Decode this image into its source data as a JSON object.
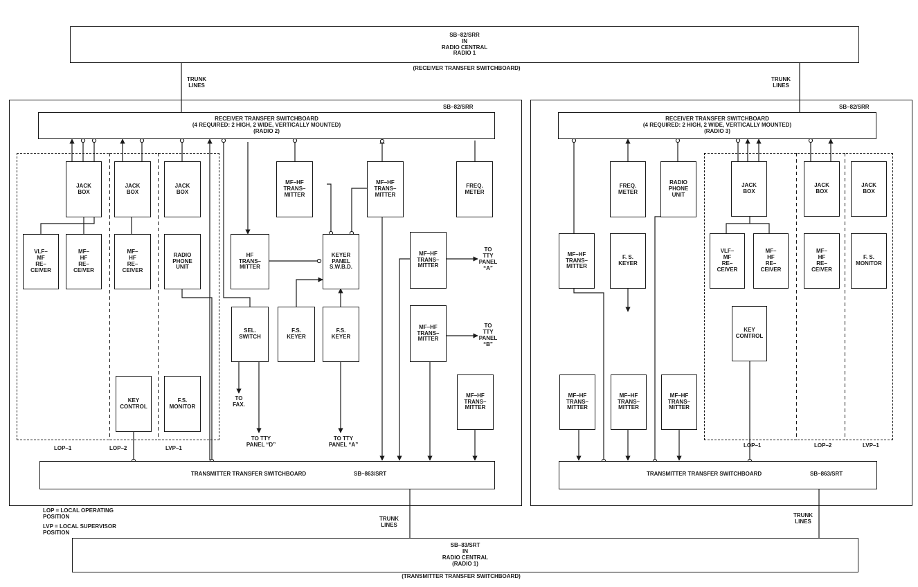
{
  "top_panel": {
    "line1": "SB–82/SRR",
    "line2": "IN",
    "line3": "RADIO CENTRAL",
    "line4": "RADIO 1",
    "caption": "(RECEIVER TRANSFER SWITCHBOARD)"
  },
  "bottom_panel": {
    "line1": "SB–83/SRT",
    "line2": "IN",
    "line3": "RADIO CENTRAL",
    "line4": "(RADIO 1)",
    "caption": "(TRANSMITTER TRANSFER SWITCHBOARD)"
  },
  "trunk_label": "TRUNK\nLINES",
  "left_station": {
    "frame_label": "SB–82/SRR",
    "rx_board": {
      "line1": "RECEIVER TRANSFER SWITCHBOARD",
      "line2": "(4 REQUIRED: 2 HIGH, 2 WIDE, VERTICALLY MOUNTED)",
      "line3": "(RADIO 2)"
    },
    "tx_board": {
      "title": "TRANSMITTER TRANSFER SWITCHBOARD",
      "code": "SB–863/SRT"
    },
    "blocks": {
      "jack_box": "JACK\nBOX",
      "vlf_mf_receiver": "VLF–\nMF\nRE–\nCEIVER",
      "mf_hf_receiver": "MF–\nHF\nRE–\nCEIVER",
      "radio_phone_unit": "RADIO\nPHONE\nUNIT",
      "key_control": "KEY\nCONTROL",
      "fs_monitor": "F.S.\nMONITOR",
      "mf_hf_transmitter": "MF–HF\nTRANS–\nMITTER",
      "hf_transmitter": "HF\nTRANS–\nMITTER",
      "keyer_panel": "KEYER\nPANEL\nS.W.B.D.",
      "sel_switch": "SEL.\nSWITCH",
      "fs_keyer": "F.S.\nKEYER",
      "freq_meter": "FREQ.\nMETER"
    },
    "labels": {
      "to_fax": "TO\nFAX.",
      "to_tty_d": "TO TTY\nPANEL “D”",
      "to_tty_a_bottom": "TO TTY\nPANEL “A”",
      "to_tty_a": "TO\nTTY\nPANEL\n“A”",
      "to_tty_b": "TO\nTTY\nPANEL\n“B”",
      "lop1": "LOP–1",
      "lop2": "LOP–2",
      "lvp1": "LVP–1"
    }
  },
  "right_station": {
    "frame_label": "SB–82/SRR",
    "rx_board": {
      "line1": "RECEIVER TRANSFER SWITCHBOARD",
      "line2": "(4 REQUIRED: 2 HIGH, 2 WIDE, VERTICALLY MOUNTED)",
      "line3": "(RADIO 3)"
    },
    "tx_board": {
      "title": "TRANSMITTER TRANSFER SWITCHBOARD",
      "code": "SB–863/SRT"
    },
    "blocks": {
      "freq_meter": "FREQ.\nMETER",
      "radio_phone_unit": "RADIO\nPHONE\nUNIT",
      "jack_box": "JACK\nBOX",
      "mf_hf_transmitter": "MF–HF\nTRANS–\nMITTER",
      "fs_keyer": "F. S.\nKEYER",
      "vlf_mf_receiver": "VLF–\nMF\nRE–\nCEIVER",
      "mf_hf_receiver": "MF–\nHF\nRE–\nCEIVER",
      "fs_monitor": "F. S.\nMONITOR",
      "key_control": "KEY\nCONTROL"
    },
    "labels": {
      "lop1": "LOP–1",
      "lop2": "LOP–2",
      "lvp1": "LVP–1"
    }
  },
  "legend": {
    "lop": "LOP = LOCAL OPERATING\n          POSITION",
    "lvp": "LVP = LOCAL SUPERVISOR\n          POSITION"
  }
}
